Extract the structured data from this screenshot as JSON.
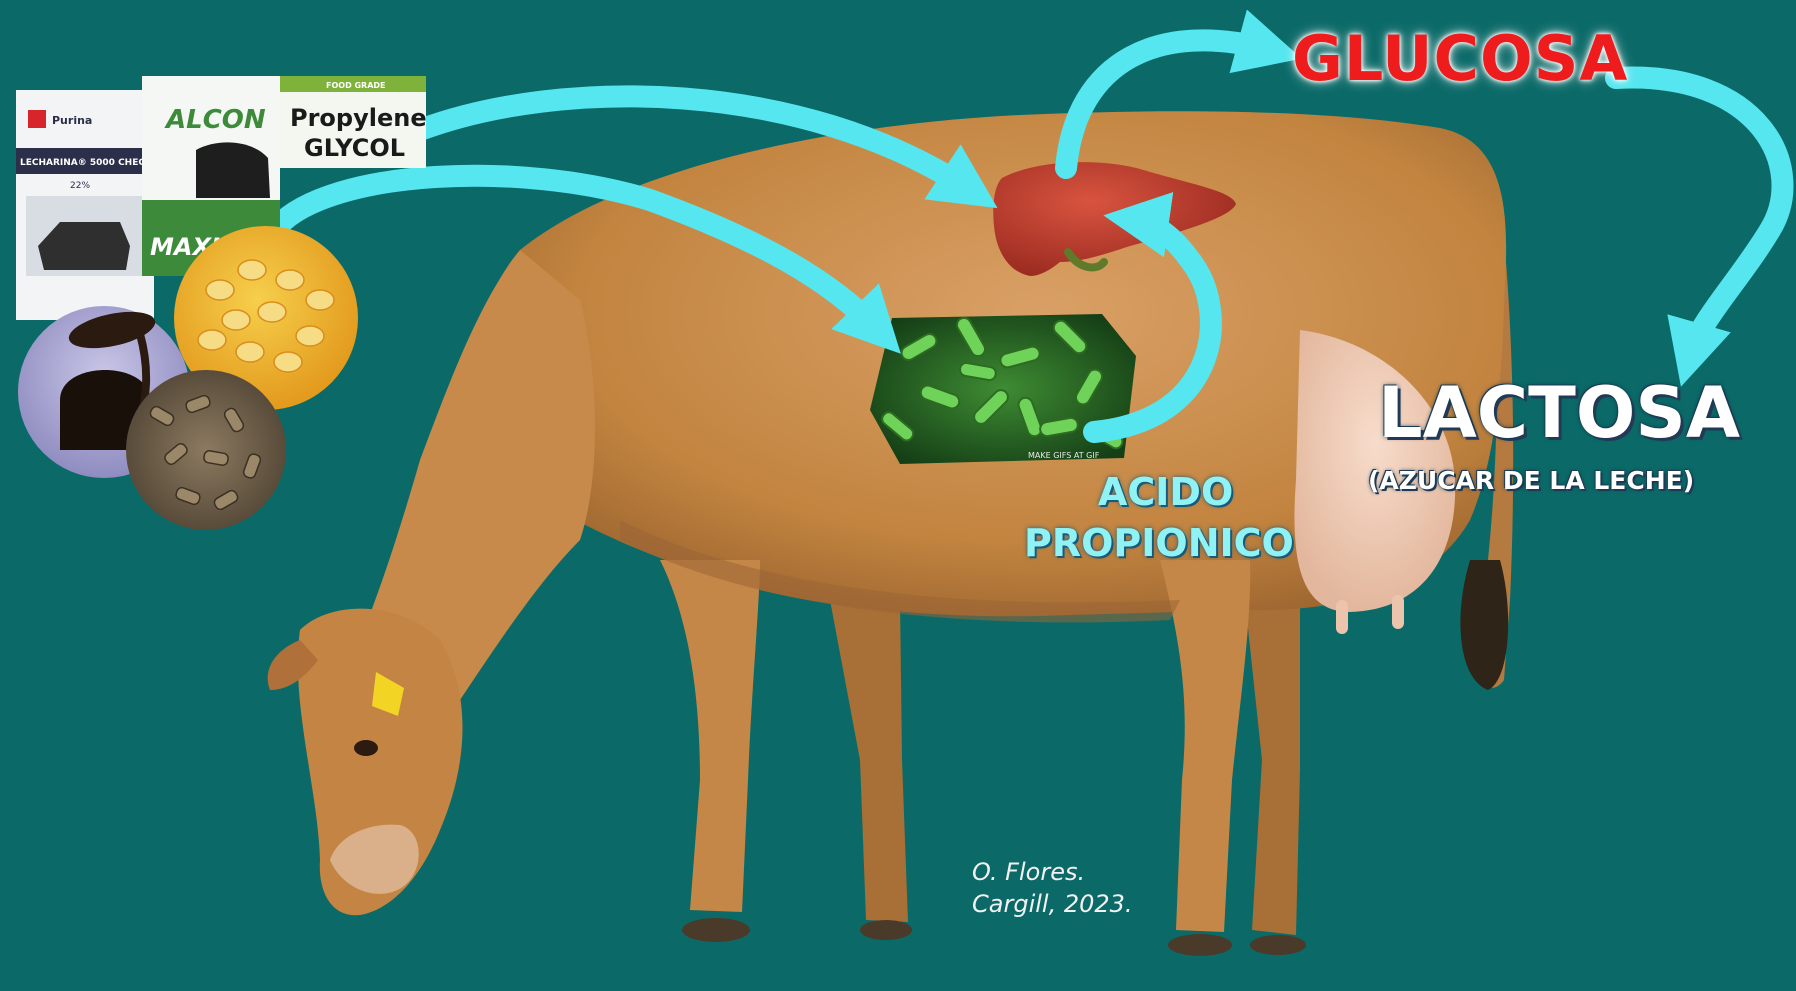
{
  "labels": {
    "glucose": "GLUCOSA",
    "lactose": "LACTOSA",
    "lactose_subtitle": "(AZUCAR DE LA LECHE)",
    "propionic_line1": "ACIDO",
    "propionic_line2": "PROPIONICO"
  },
  "feed_products": {
    "bag_purina_brand": "Purina",
    "bag_purina_name": "LECHARINA® 5000 CHEC",
    "bag_purina_percent": "22%",
    "bag_alcon_brand": "ALCON",
    "bag_alcon_sub": "MAXI",
    "propylene_tag": "FOOD GRADE",
    "propylene_line1": "Propylene",
    "propylene_line2": "GLYCOL"
  },
  "bacteria_caption": "MAKE GIFS AT GIF",
  "credit": {
    "line1": "O. Flores.",
    "line2": "Cargill, 2023."
  },
  "colors": {
    "background": "#0b6a68",
    "arrow": "#55e6ef",
    "glucose_text": "#ee1c1c",
    "propionic_text": "#8ff3f6",
    "cow": "#c98d4f",
    "liver": "#b8342a",
    "bacteria": "#4aa83a"
  }
}
